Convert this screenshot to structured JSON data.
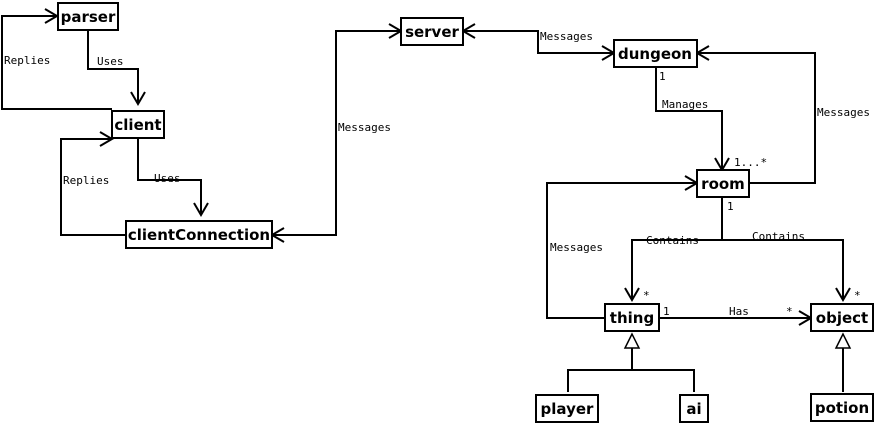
{
  "nodes": {
    "parser": "parser",
    "client": "client",
    "clientConnection": "clientConnection",
    "server": "server",
    "dungeon": "dungeon",
    "room": "room",
    "thing": "thing",
    "object": "object",
    "player": "player",
    "ai": "ai",
    "potion": "potion"
  },
  "edges": {
    "parser_client_uses": "Uses",
    "client_parser_replies": "Replies",
    "client_conn_uses": "Uses",
    "conn_client_replies": "Replies",
    "conn_server_messages": "Messages",
    "server_dungeon_messages": "Messages",
    "dungeon_room_manages": "Manages",
    "dungeon_room_mult_one": "1",
    "dungeon_room_mult_many": "1...*",
    "room_dungeon_messages": "Messages",
    "room_thing_contains": "Contains",
    "room_object_contains": "Contains",
    "room_mult_one": "1",
    "thing_room_messages": "Messages",
    "thing_object_has": "Has",
    "thing_mult_one": "1",
    "object_mult_many": "*",
    "thing_star": "*",
    "object_star": "*"
  }
}
